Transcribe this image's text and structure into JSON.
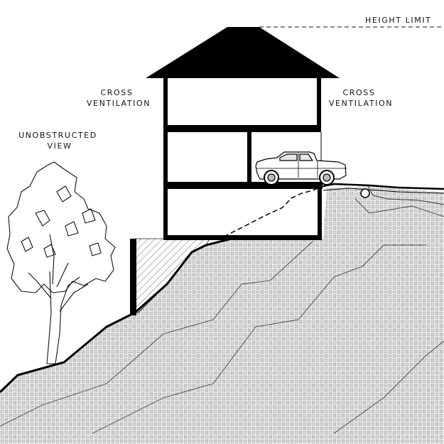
{
  "labels": {
    "height_limit": "HEIGHT LIMIT",
    "cross_ventilation_left": [
      "CROSS",
      "VENTILATION"
    ],
    "cross_ventilation_right": [
      "CROSS",
      "VENTILATION"
    ],
    "unobstructed_view": [
      "UNOBSTRUCTED",
      "VIEW"
    ]
  }
}
